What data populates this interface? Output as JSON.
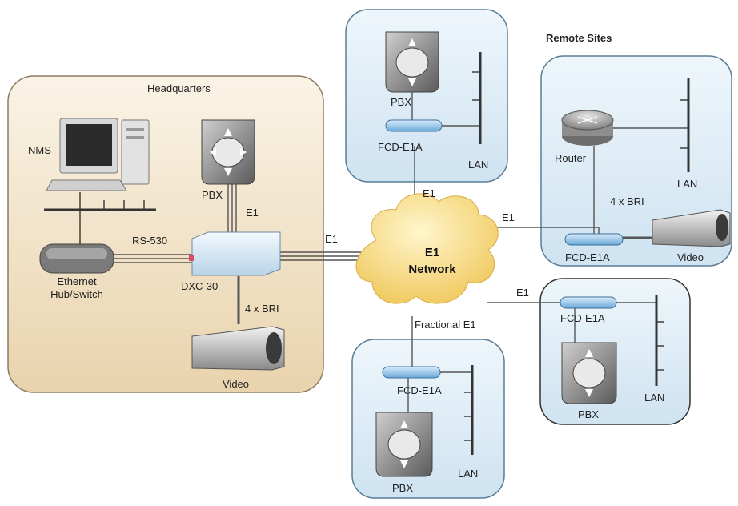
{
  "headquarters": {
    "title": "Headquarters",
    "nms_label": "NMS",
    "pbx_label": "PBX",
    "pbx_link_label": "E1",
    "hub_label_line1": "Ethernet",
    "hub_label_line2": "Hub/Switch",
    "rs530_label": "RS-530",
    "dxc_label": "DXC-30",
    "bri_label": "4 x BRI",
    "video_label": "Video",
    "uplink_label": "E1"
  },
  "remote_sites_title": "Remote Sites",
  "network": {
    "line1": "E1",
    "line2": "Network"
  },
  "site_top": {
    "pbx_label": "PBX",
    "fcd_label": "FCD-E1A",
    "lan_label": "LAN",
    "link_label": "E1"
  },
  "site_right_top": {
    "router_label": "Router",
    "lan_label": "LAN",
    "bri_label": "4 x BRI",
    "fcd_label": "FCD-E1A",
    "video_label": "Video",
    "link_label": "E1"
  },
  "site_right_bottom": {
    "fcd_label": "FCD-E1A",
    "pbx_label": "PBX",
    "lan_label": "LAN",
    "link_label": "E1"
  },
  "site_bottom": {
    "fcd_label": "FCD-E1A",
    "pbx_label": "PBX",
    "lan_label": "LAN",
    "link_label": "Fractional E1"
  },
  "colors": {
    "hq_fill": "#f3e6cf",
    "remote_fill": "#dcecf6",
    "cloud_fill": "#f6d98a",
    "fcd_fill": "#a9cfee"
  }
}
